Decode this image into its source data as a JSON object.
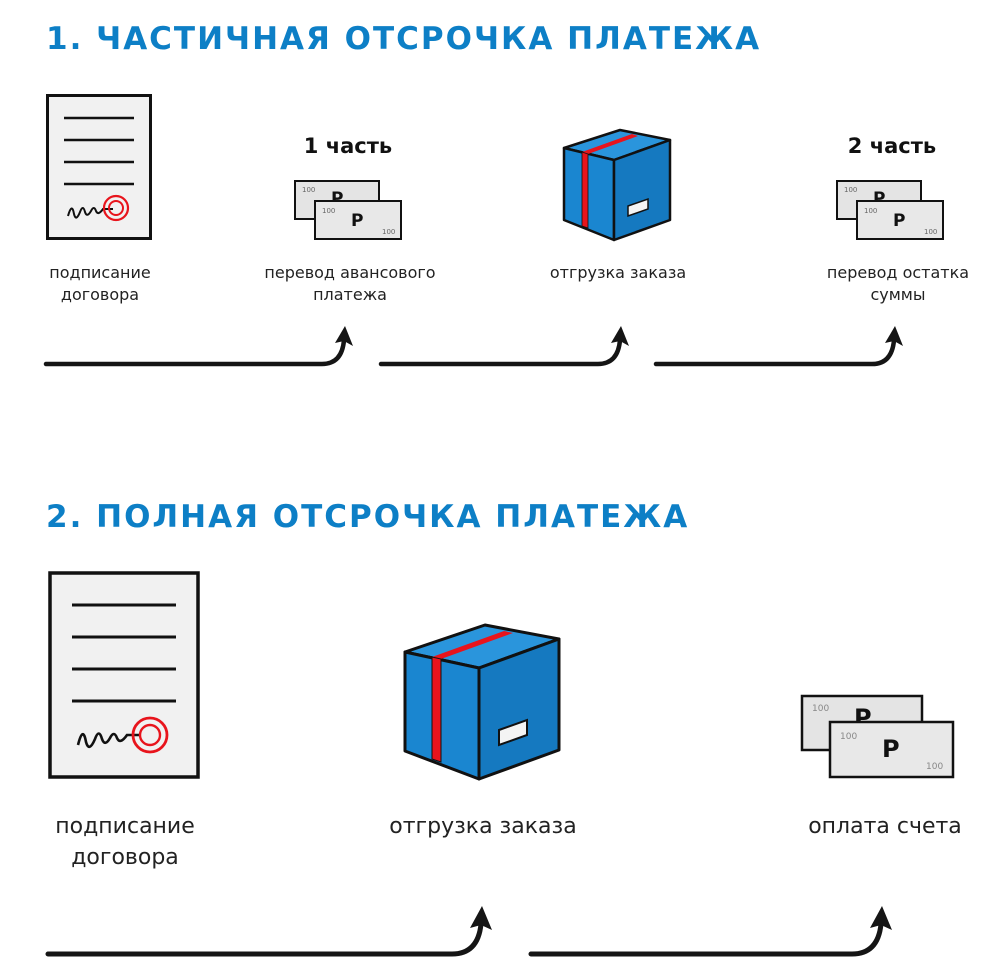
{
  "section1": {
    "title": "1. ЧАСТИЧНАЯ ОТСРОЧКА ПЛАТЕЖА",
    "steps": [
      {
        "part_label": "",
        "caption": "подписание\nдоговора",
        "icon": "contract-icon"
      },
      {
        "part_label": "1 часть",
        "caption": "перевод авансового\nплатежа",
        "icon": "banknotes-icon"
      },
      {
        "part_label": "",
        "caption": "отгрузка заказа",
        "icon": "box-icon"
      },
      {
        "part_label": "2 часть",
        "caption": "перевод остатка\nсуммы",
        "icon": "banknotes-icon"
      }
    ]
  },
  "section2": {
    "title": "2. ПОЛНАЯ ОТСРОЧКА ПЛАТЕЖА",
    "steps": [
      {
        "caption": "подписание\nдоговора",
        "icon": "contract-icon"
      },
      {
        "caption": "отгрузка заказа",
        "icon": "box-icon"
      },
      {
        "caption": "оплата счета",
        "icon": "banknotes-icon"
      }
    ]
  },
  "banknote": {
    "currency_symbol": "Р",
    "denomination": "100"
  },
  "colors": {
    "title": "#0d7fc6",
    "box_blue": "#1a86d0",
    "tape_red": "#e8141c",
    "seal_red": "#e8141c"
  }
}
